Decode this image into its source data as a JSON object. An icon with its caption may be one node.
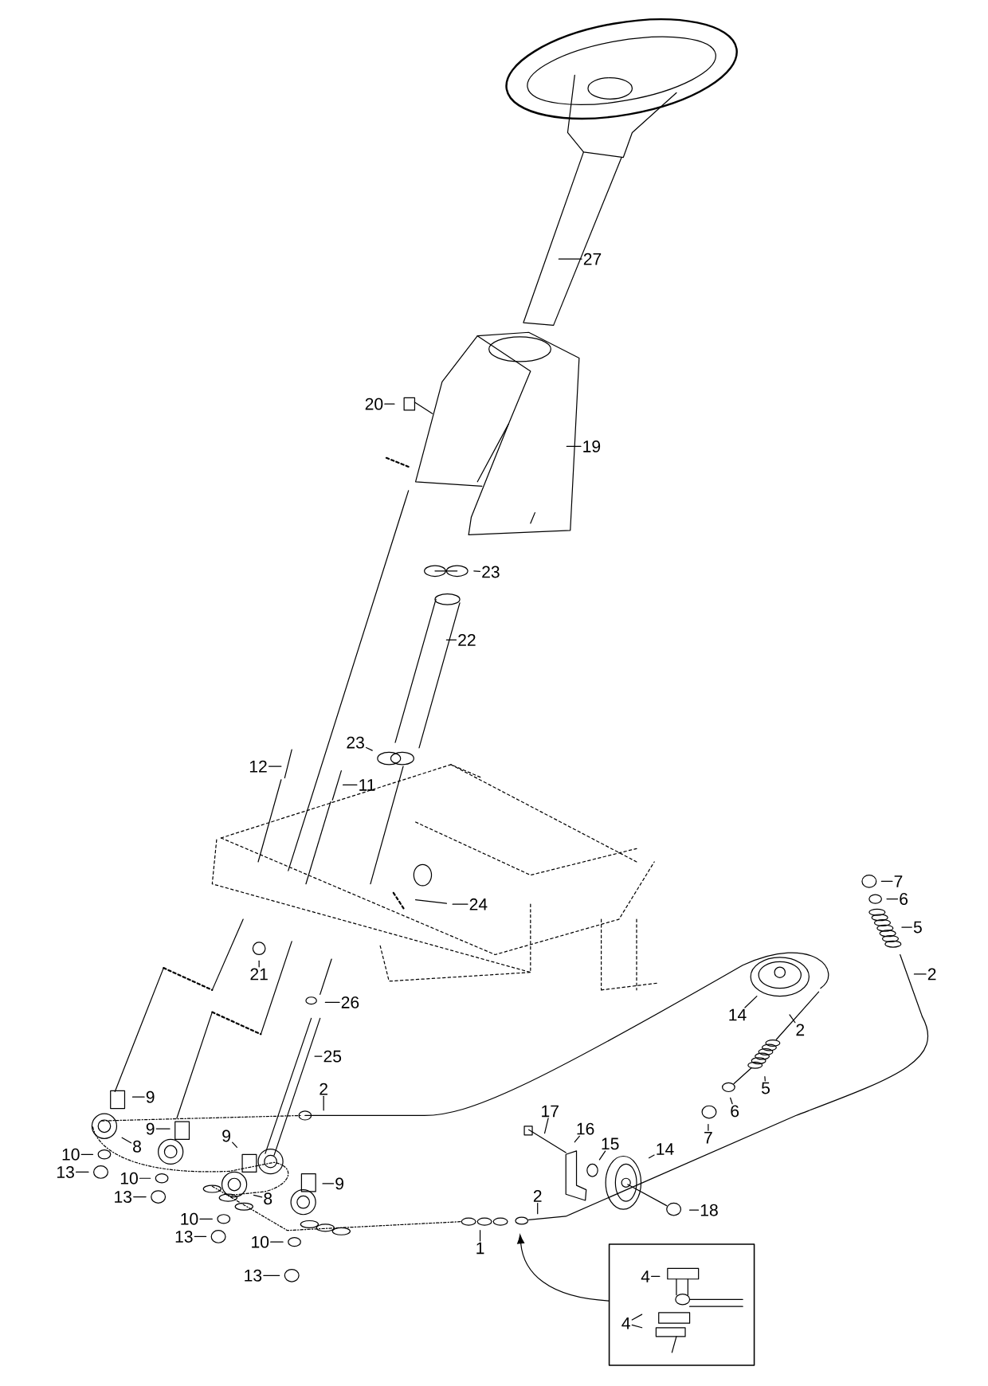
{
  "diagram": {
    "nodes": [
      {
        "text": [
          "27"
        ]
      },
      {
        "text": [
          "20"
        ]
      },
      {
        "text": [
          "19"
        ]
      },
      {
        "text": [
          "23"
        ]
      },
      {
        "text": [
          "22"
        ]
      },
      {
        "text": [
          "23"
        ]
      },
      {
        "text": [
          "12"
        ]
      },
      {
        "text": [
          "11"
        ]
      },
      {
        "text": [
          "24"
        ]
      },
      {
        "text": [
          "7"
        ]
      },
      {
        "text": [
          "6"
        ]
      },
      {
        "text": [
          "5"
        ]
      },
      {
        "text": [
          "21"
        ]
      },
      {
        "text": [
          "2"
        ]
      },
      {
        "text": [
          "26"
        ]
      },
      {
        "text": [
          "14"
        ]
      },
      {
        "text": [
          "2"
        ]
      },
      {
        "text": [
          "25"
        ]
      },
      {
        "text": [
          "5"
        ]
      },
      {
        "text": [
          "2"
        ]
      },
      {
        "text": [
          "9"
        ]
      },
      {
        "text": [
          "6"
        ]
      },
      {
        "text": [
          "17"
        ]
      },
      {
        "text": [
          "9"
        ]
      },
      {
        "text": [
          "16"
        ]
      },
      {
        "text": [
          "9"
        ]
      },
      {
        "text": [
          "7"
        ]
      },
      {
        "text": [
          "8"
        ]
      },
      {
        "text": [
          "15"
        ]
      },
      {
        "text": [
          "14"
        ]
      },
      {
        "text": [
          "10"
        ]
      },
      {
        "text": [
          "13"
        ]
      },
      {
        "text": [
          "10"
        ]
      },
      {
        "text": [
          "9"
        ]
      },
      {
        "text": [
          "2"
        ]
      },
      {
        "text": [
          "13"
        ]
      },
      {
        "text": [
          "8"
        ]
      },
      {
        "text": [
          "18"
        ]
      },
      {
        "text": [
          "10"
        ]
      },
      {
        "text": [
          "13"
        ]
      },
      {
        "text": [
          "1"
        ]
      },
      {
        "text": [
          "10"
        ]
      },
      {
        "text": [
          "13"
        ]
      },
      {
        "text": [],
        "shape": "box"
      },
      {
        "text": [
          "4"
        ],
        "in": 43
      },
      {
        "text": [
          "4"
        ],
        "in": 43
      }
    ],
    "edges": [
      {
        "from": 0,
        "to": null,
        "arrow": "none"
      },
      {
        "from": 1,
        "to": null,
        "arrow": "none"
      },
      {
        "from": 2,
        "to": null,
        "arrow": "none"
      },
      {
        "from": 3,
        "to": null,
        "arrow": "none"
      },
      {
        "from": 4,
        "to": null,
        "arrow": "none"
      },
      {
        "from": 5,
        "to": null,
        "arrow": "none"
      },
      {
        "from": 6,
        "to": null,
        "arrow": "none"
      },
      {
        "from": 7,
        "to": null,
        "arrow": "none"
      },
      {
        "from": 8,
        "to": null,
        "arrow": "none"
      },
      {
        "from": 9,
        "to": null,
        "arrow": "none"
      },
      {
        "from": 10,
        "to": null,
        "arrow": "none"
      },
      {
        "from": 11,
        "to": null,
        "arrow": "none"
      },
      {
        "from": 12,
        "to": null,
        "arrow": "none"
      },
      {
        "from": 13,
        "to": null,
        "arrow": "none"
      },
      {
        "from": 14,
        "to": null,
        "arrow": "none"
      },
      {
        "from": 15,
        "to": null,
        "arrow": "none"
      },
      {
        "from": 16,
        "to": null,
        "arrow": "none"
      },
      {
        "from": 17,
        "to": null,
        "arrow": "none"
      },
      {
        "from": 18,
        "to": null,
        "arrow": "none"
      },
      {
        "from": 19,
        "to": null,
        "arrow": "none"
      },
      {
        "from": 20,
        "to": null,
        "arrow": "none"
      },
      {
        "from": 21,
        "to": null,
        "arrow": "none"
      },
      {
        "from": 22,
        "to": null,
        "arrow": "none"
      },
      {
        "from": 23,
        "to": null,
        "arrow": "none"
      },
      {
        "from": 24,
        "to": null,
        "arrow": "none"
      },
      {
        "from": 25,
        "to": null,
        "arrow": "none"
      },
      {
        "from": 26,
        "to": null,
        "arrow": "none"
      },
      {
        "from": 27,
        "to": null,
        "arrow": "none"
      },
      {
        "from": 28,
        "to": null,
        "arrow": "none"
      },
      {
        "from": 29,
        "to": null,
        "arrow": "none"
      },
      {
        "from": 30,
        "to": null,
        "arrow": "none"
      },
      {
        "from": 31,
        "to": null,
        "arrow": "none"
      },
      {
        "from": 32,
        "to": null,
        "arrow": "none"
      },
      {
        "from": 33,
        "to": null,
        "arrow": "none"
      },
      {
        "from": 34,
        "to": null,
        "arrow": "none"
      },
      {
        "from": 35,
        "to": null,
        "arrow": "none"
      },
      {
        "from": 36,
        "to": null,
        "arrow": "none"
      },
      {
        "from": 37,
        "to": null,
        "arrow": "none"
      },
      {
        "from": 38,
        "to": null,
        "arrow": "none"
      },
      {
        "from": 39,
        "to": null,
        "arrow": "none"
      },
      {
        "from": 40,
        "to": null,
        "arrow": "none"
      },
      {
        "from": 41,
        "to": null,
        "arrow": "none"
      },
      {
        "from": 42,
        "to": null,
        "arrow": "none"
      },
      {
        "from": 44,
        "to": null,
        "arrow": "none"
      },
      {
        "from": 45,
        "to": null,
        "arrow": "none"
      },
      {
        "from": 45,
        "to": null,
        "arrow": "none"
      },
      {
        "from": 43,
        "to": null,
        "arrow": "to"
      }
    ]
  }
}
